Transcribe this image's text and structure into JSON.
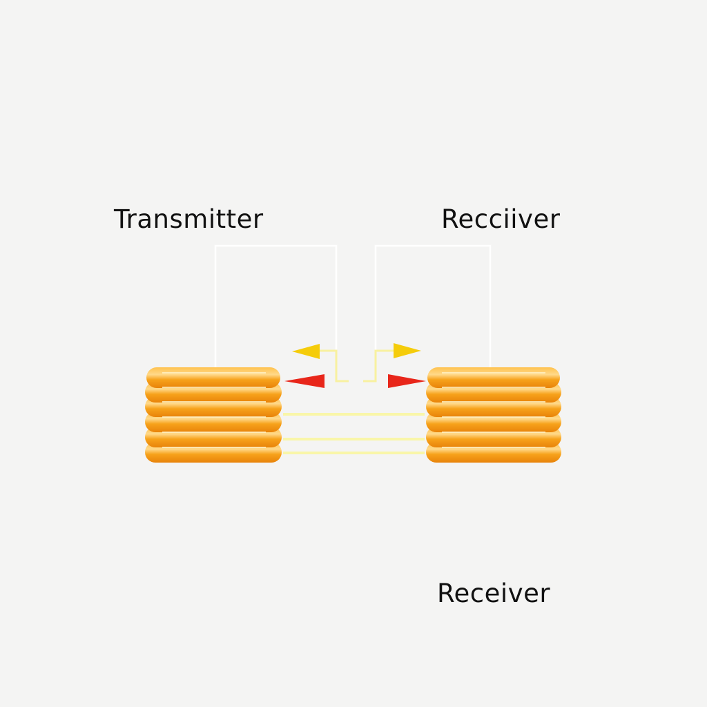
{
  "labels": {
    "transmitter": "Transmitter",
    "receiver_top": "Recciiver",
    "receiver_bottom": "Receiver"
  },
  "coils": {
    "left": {
      "name": "transmitter-coil",
      "turns": 6
    },
    "right": {
      "name": "receiver-coil",
      "turns": 6
    }
  },
  "arrows": {
    "yellow": {
      "color": "#f5cc0a",
      "count": 2
    },
    "red": {
      "color": "#e8261a",
      "count": 2
    }
  },
  "colors": {
    "background": "#f4f4f3",
    "coil": "#f7a21b",
    "coil_highlight": "#ffd27a",
    "coil_shadow": "#e8830a",
    "field_line": "#f9f6a8",
    "wire": "#ffffff"
  }
}
